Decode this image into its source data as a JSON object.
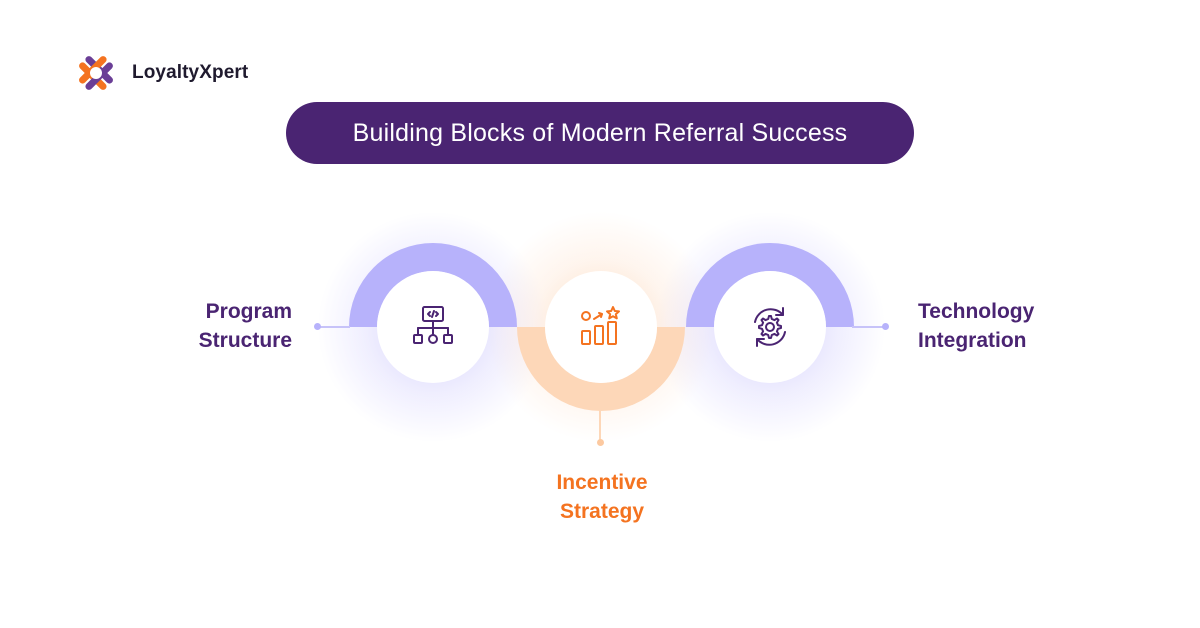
{
  "brand": {
    "name": "LoyaltyXpert",
    "colors": {
      "purple": "#4a2472",
      "orange": "#f47320",
      "lavender": "#b7b2fb",
      "peach": "#fdd7b8"
    }
  },
  "title": "Building Blocks of Modern Referral Success",
  "blocks": [
    {
      "label_line1": "Program",
      "label_line2": "Structure",
      "icon": "hierarchy-code-icon"
    },
    {
      "label_line1": "Incentive",
      "label_line2": "Strategy",
      "icon": "growth-chart-star-icon"
    },
    {
      "label_line1": "Technology",
      "label_line2": "Integration",
      "icon": "gear-sync-icon"
    }
  ]
}
